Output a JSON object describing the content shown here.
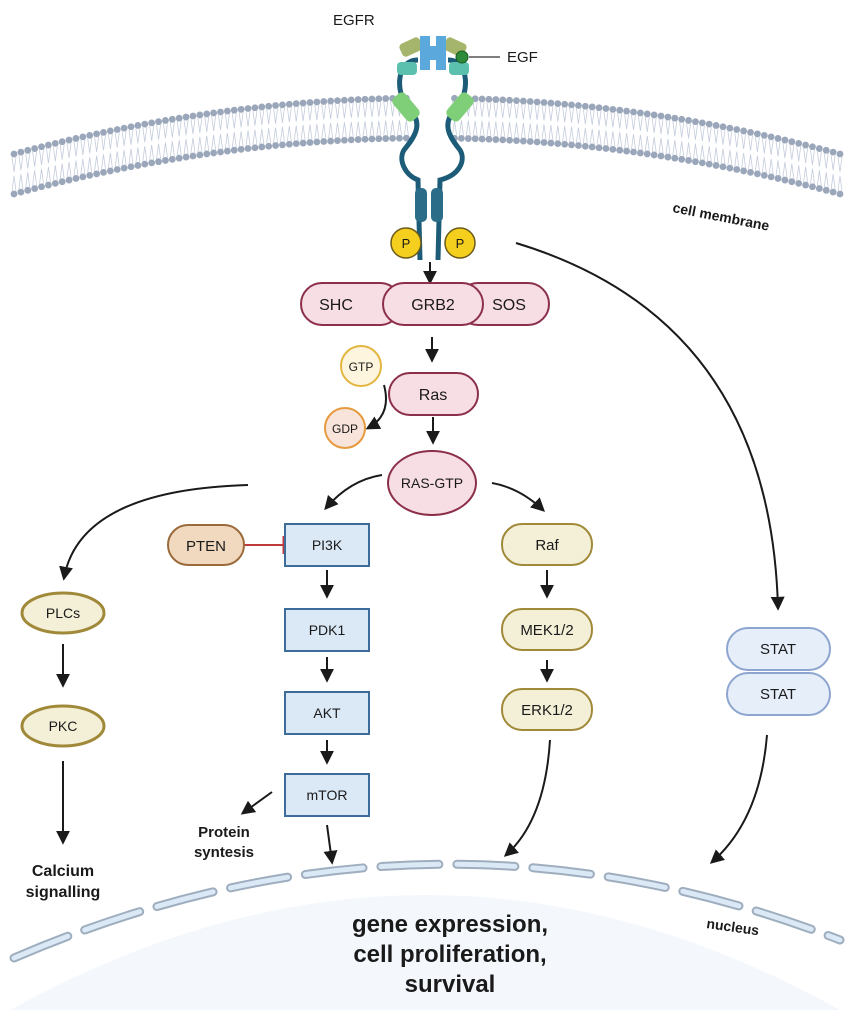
{
  "colors": {
    "pink_fill": "#f7dde4",
    "pink_stroke": "#8b2f4a",
    "yellow_fill": "#f4f0d8",
    "yellow_stroke": "#a08a3a",
    "blue_fill": "#dbe8f6",
    "blue_stroke": "#3d6c9a",
    "stat_fill": "#e6eefa",
    "stat_stroke": "#8ea6cf",
    "pten_fill": "#f0d9bf",
    "pten_stroke": "#9a6a3a",
    "phospho_fill": "#f5cf1e",
    "receptor": "#1d5c78",
    "membrane": "#9aa6ba",
    "nucleus_fill": "#f4f8fd",
    "nucleus_dash": "#c9ddee",
    "arrow": "#1a1a1a",
    "inhibit": "#c0393b"
  },
  "labels": {
    "egfr": "EGFR",
    "egf": "EGF",
    "cell_membrane": "cell membrane",
    "nucleus": "nucleus",
    "phospho": "P",
    "outcome_lines": [
      "gene expression,",
      "cell proliferation,",
      "survival"
    ],
    "calcium_lines": [
      "Calcium",
      "signalling"
    ],
    "protein_lines": [
      "Protein",
      "syntesis"
    ]
  },
  "nodes": {
    "shc": "SHC",
    "grb2": "GRB2",
    "sos": "SOS",
    "gtp": "GTP",
    "gdp": "GDP",
    "ras": "Ras",
    "ras_gtp": "RAS-GTP",
    "pten": "PTEN",
    "pi3k": "PI3K",
    "pdk1": "PDK1",
    "akt": "AKT",
    "mtor": "mTOR",
    "raf": "Raf",
    "mek": "MEK1/2",
    "erk": "ERK1/2",
    "plcs": "PLCs",
    "pkc": "PKC",
    "stat1": "STAT",
    "stat2": "STAT"
  }
}
